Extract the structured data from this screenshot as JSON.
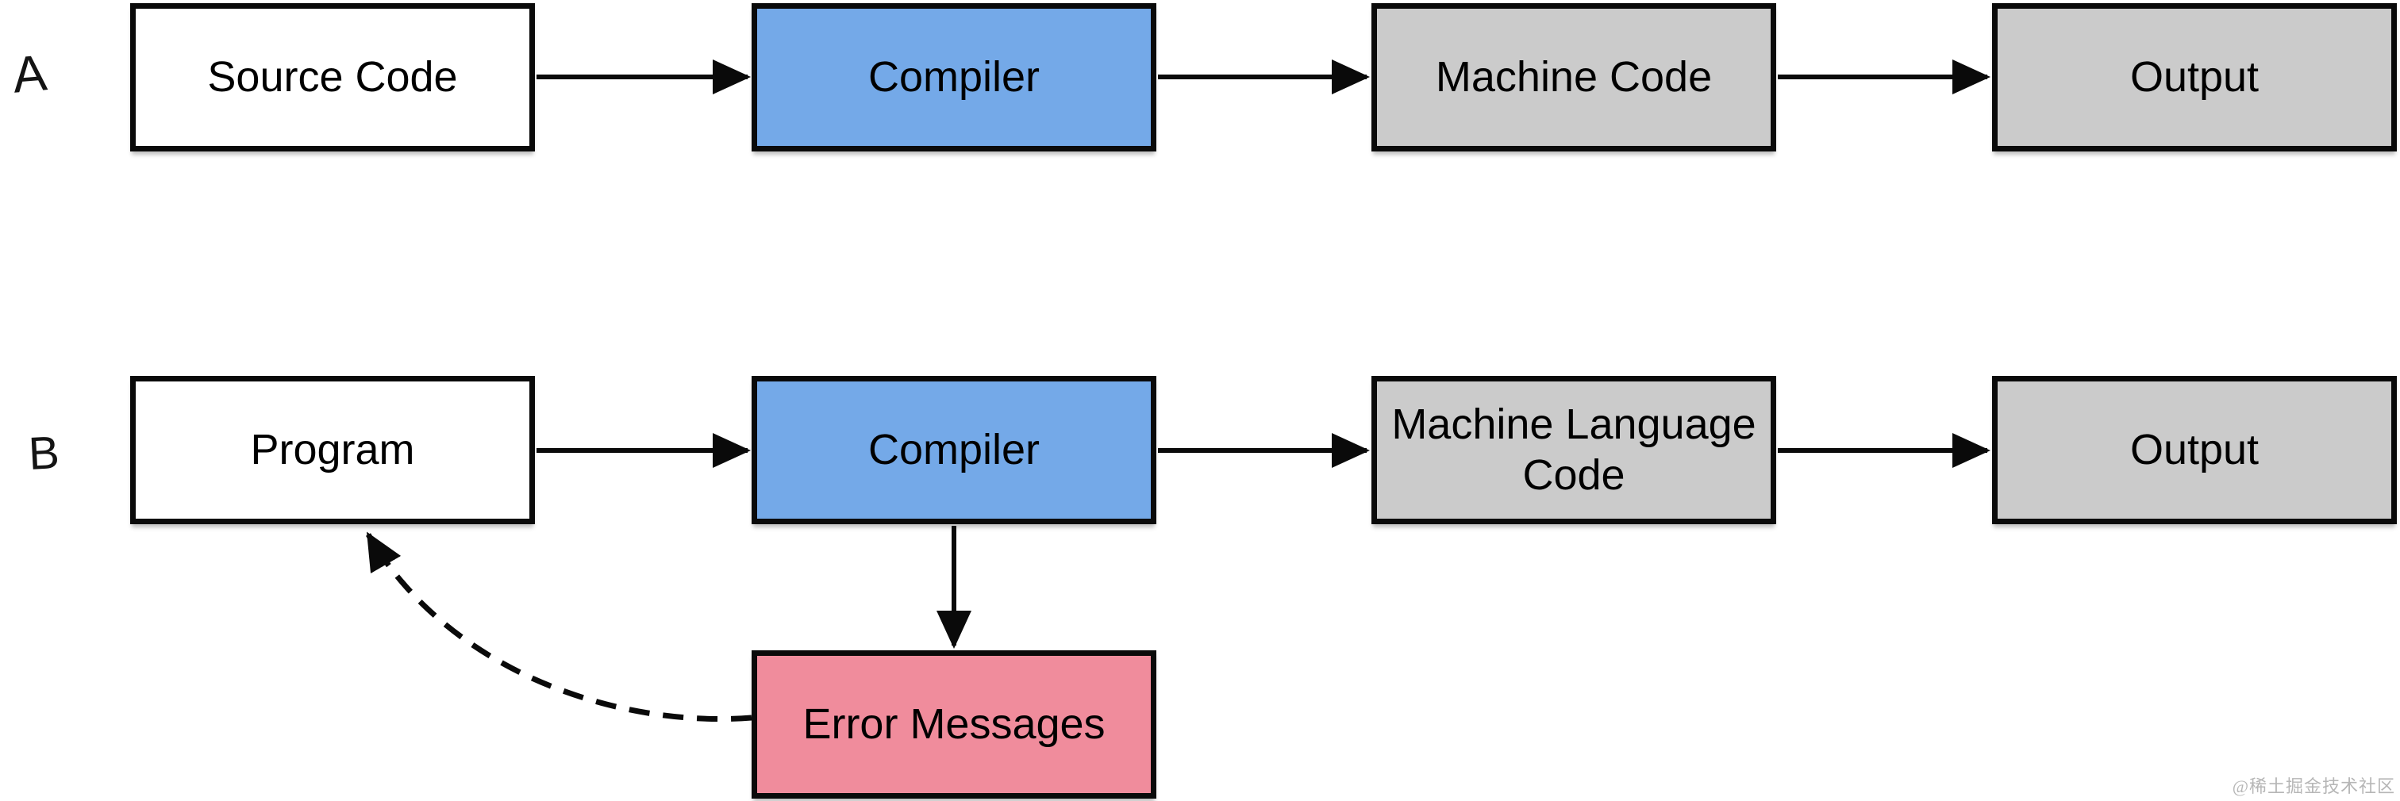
{
  "diagram": {
    "row_labels": {
      "a": "A",
      "b": "B"
    },
    "nodes": {
      "source_code": {
        "text": "Source Code",
        "fill": "#FFFFFF"
      },
      "compiler_a": {
        "text": "Compiler",
        "fill": "#74A9E8"
      },
      "machine_code": {
        "text": "Machine Code",
        "fill": "#CBCBCB"
      },
      "output_a": {
        "text": "Output",
        "fill": "#CBCBCB"
      },
      "program": {
        "text": "Program",
        "fill": "#FFFFFF"
      },
      "compiler_b": {
        "text": "Compiler",
        "fill": "#74A9E8"
      },
      "machine_language_code": {
        "text": "Machine Language Code",
        "fill": "#CBCBCB"
      },
      "output_b": {
        "text": "Output",
        "fill": "#CBCBCB"
      },
      "error_messages": {
        "text": "Error Messages",
        "fill": "#F08C9C"
      }
    },
    "edges": [
      {
        "from": "source_code",
        "to": "compiler_a",
        "style": "solid"
      },
      {
        "from": "compiler_a",
        "to": "machine_code",
        "style": "solid"
      },
      {
        "from": "machine_code",
        "to": "output_a",
        "style": "solid"
      },
      {
        "from": "program",
        "to": "compiler_b",
        "style": "solid"
      },
      {
        "from": "compiler_b",
        "to": "machine_language_code",
        "style": "solid"
      },
      {
        "from": "machine_language_code",
        "to": "output_b",
        "style": "solid"
      },
      {
        "from": "compiler_b",
        "to": "error_messages",
        "style": "solid"
      },
      {
        "from": "error_messages",
        "to": "program",
        "style": "dashed"
      }
    ],
    "colors": {
      "node_blue": "#74A9E8",
      "node_gray": "#CBCBCB",
      "node_white": "#FFFFFF",
      "node_pink": "#F08C9C",
      "line": "#0A0A0A",
      "watermark": "#B6B6B6"
    }
  },
  "watermark": {
    "text": "@稀土掘金技术社区"
  }
}
